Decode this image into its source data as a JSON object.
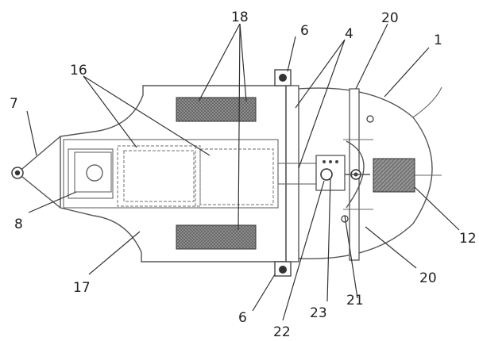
{
  "labels": {
    "l1": "1",
    "l4": "4",
    "l6_top": "6",
    "l6_bottom": "6",
    "l7": "7",
    "l8": "8",
    "l12": "12",
    "l16": "16",
    "l17": "17",
    "l18": "18",
    "l20_top": "20",
    "l20_bottom": "20",
    "l21": "21",
    "l22": "22",
    "l23": "23"
  }
}
